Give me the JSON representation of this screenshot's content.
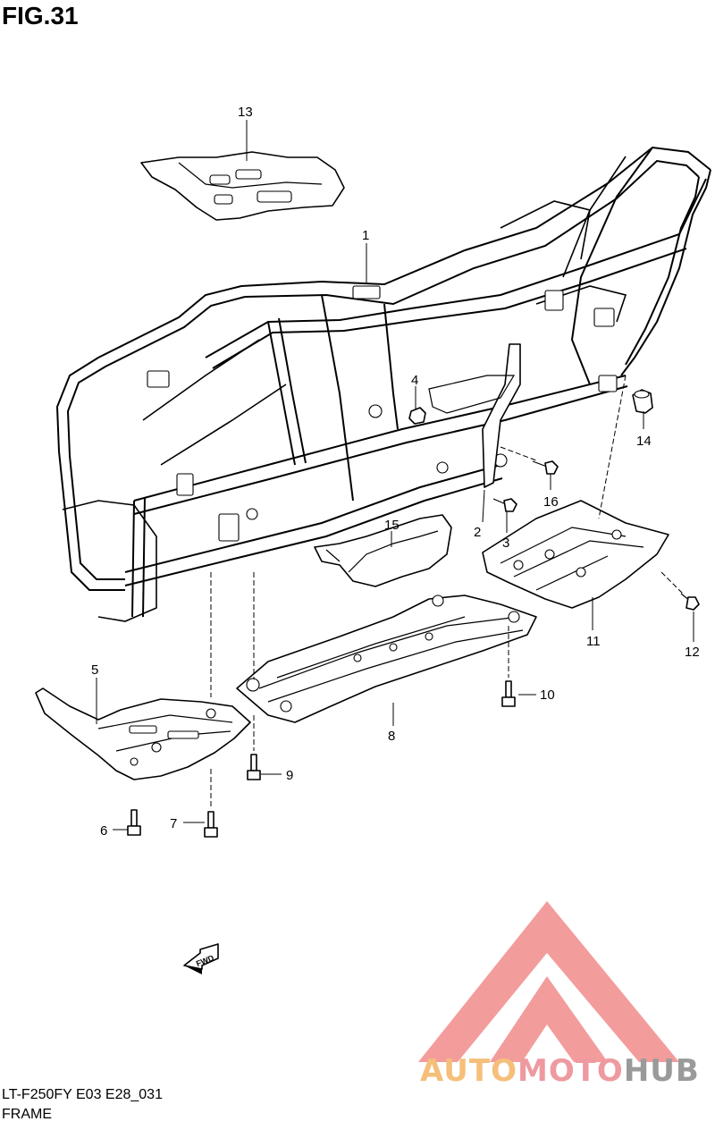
{
  "figure": {
    "title": "FIG.31",
    "callouts": [
      "1",
      "2",
      "3",
      "4",
      "5",
      "6",
      "7",
      "8",
      "9",
      "10",
      "11",
      "12",
      "13",
      "14",
      "15",
      "16"
    ],
    "fwd_label": "FWD"
  },
  "footer": {
    "model_code": "LT-F250FY E03 E28_031",
    "section_name": "FRAME"
  },
  "watermark": {
    "brand_part1": "AUTO",
    "brand_part2": "MOTO",
    "brand_part3": "HUB",
    "colors": {
      "auto": "#f5bf7a",
      "moto": "#ee9aa0",
      "hub": "#9a9a9a",
      "logo_red": "#f28b8b"
    }
  }
}
